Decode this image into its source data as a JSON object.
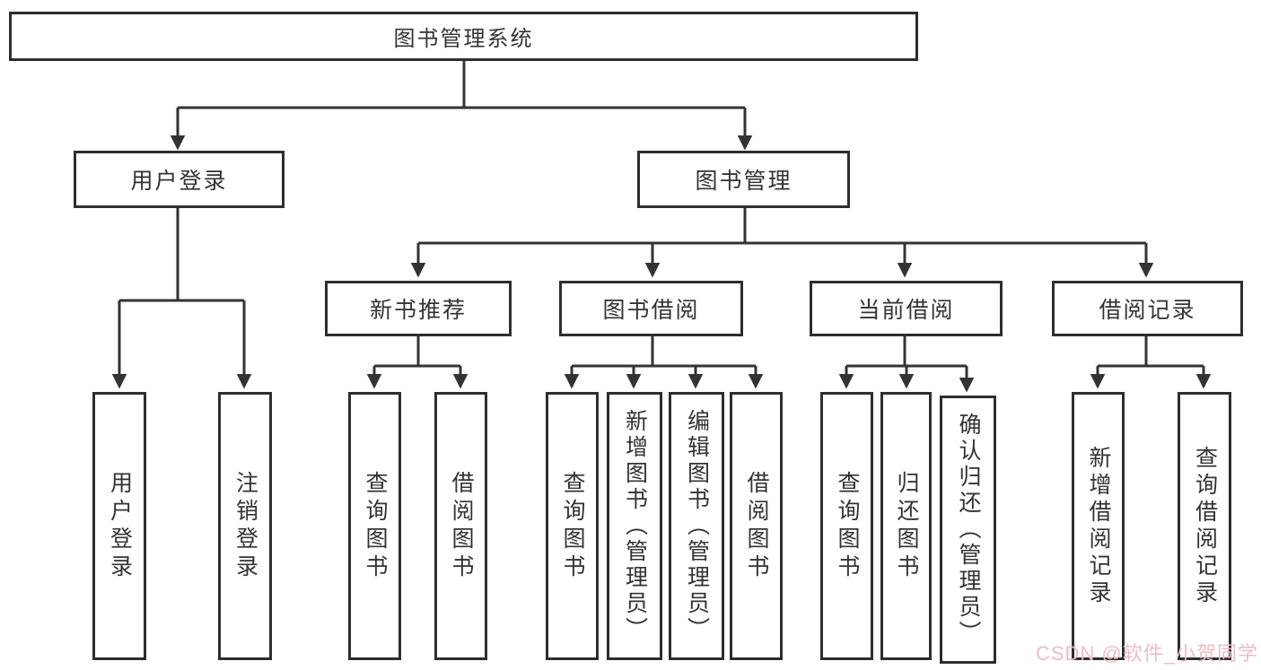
{
  "tree": {
    "label": "图书管理系统",
    "children": [
      {
        "label": "用户登录",
        "children": [
          {
            "label": "用户登录"
          },
          {
            "label": "注销登录"
          }
        ]
      },
      {
        "label": "图书管理",
        "children": [
          {
            "label": "新书推荐",
            "children": [
              {
                "label": "查询图书"
              },
              {
                "label": "借阅图书"
              }
            ]
          },
          {
            "label": "图书借阅",
            "children": [
              {
                "label": "查询图书"
              },
              {
                "label": "新增图书（管理员）"
              },
              {
                "label": "编辑图书（管理员）"
              },
              {
                "label": "借阅图书"
              }
            ]
          },
          {
            "label": "当前借阅",
            "children": [
              {
                "label": "查询图书"
              },
              {
                "label": "归还图书"
              },
              {
                "label": "确认归还（管理员）"
              }
            ]
          },
          {
            "label": "借阅记录",
            "children": [
              {
                "label": "新增借阅记录"
              },
              {
                "label": "查询借阅记录"
              }
            ]
          }
        ]
      }
    ]
  },
  "watermark": {
    "text": "CSDN @软件_小贺同学"
  },
  "colors": {
    "line": "#333333",
    "box_border": "#2e2e2e",
    "text": "#333333",
    "watermark_text": "#f0bcc3",
    "background": "#ffffff"
  }
}
